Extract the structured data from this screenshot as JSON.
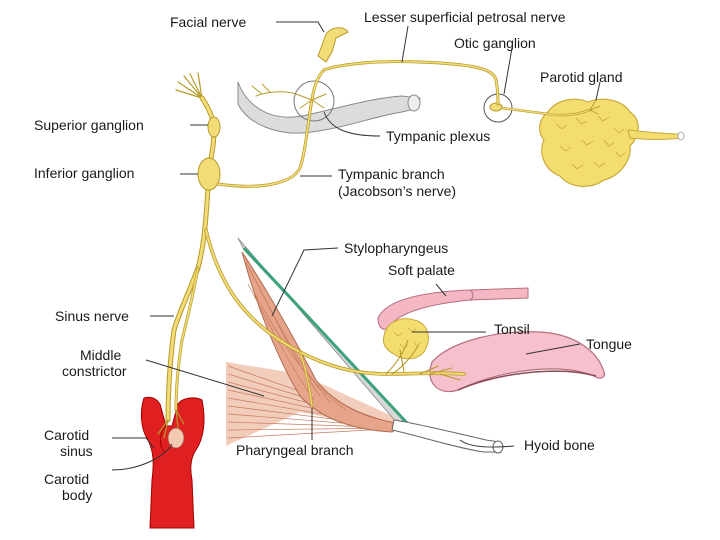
{
  "labels": {
    "facial_nerve": "Facial nerve",
    "lesser_superficial_petrosal_nerve": "Lesser superficial petrosal nerve",
    "otic_ganglion": "Otic ganglion",
    "parotid_gland": "Parotid gland",
    "superior_ganglion": "Superior ganglion",
    "tympanic_plexus": "Tympanic plexus",
    "inferior_ganglion": "Inferior ganglion",
    "tympanic_branch_line1": "Tympanic branch",
    "tympanic_branch_line2": "(Jacobson’s nerve)",
    "stylopharyngeus": "Stylopharyngeus",
    "soft_palate": "Soft palate",
    "sinus_nerve": "Sinus nerve",
    "tonsil": "Tonsil",
    "tongue": "Tongue",
    "middle_constrictor_line1": "Middle",
    "middle_constrictor_line2": "constrictor",
    "carotid_sinus_line1": "Carotid",
    "carotid_sinus_line2": "sinus",
    "pharyngeal_branch": "Pharyngeal branch",
    "hyoid_bone": "Hyoid bone",
    "carotid_body_line1": "Carotid",
    "carotid_body_line2": "body"
  },
  "colors": {
    "nerve_fill": "#f2dc78",
    "nerve_outline": "#b89a2a",
    "gland": "#f3dd6e",
    "muscle": "#e6a58a",
    "muscle_stripe": "#c97a5e",
    "ligament": "#3aa37a",
    "artery": "#e02020",
    "palate": "#f4b7c3",
    "tongue": "#f6c0cc",
    "bone": "#d8d8d8",
    "leader": "#333333",
    "text": "#1a1a1a"
  }
}
